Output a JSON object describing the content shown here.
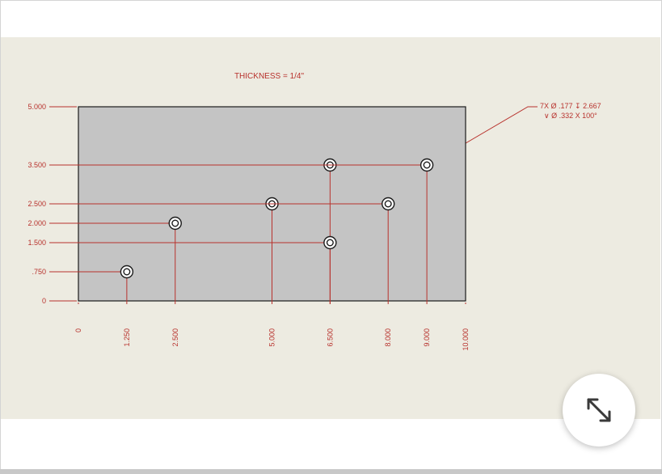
{
  "drawing": {
    "thickness_note": "THICKNESS = 1/4\"",
    "callout_line1": "7X Ø .177 ↧ 2.667",
    "callout_line2": "∨ Ø .332 X 100°",
    "plate": {
      "width": 10.0,
      "height": 5.0
    },
    "y_labels": [
      {
        "value": 5.0,
        "label": "5.000"
      },
      {
        "value": 3.5,
        "label": "3.500"
      },
      {
        "value": 2.5,
        "label": "2.500"
      },
      {
        "value": 2.0,
        "label": "2.000"
      },
      {
        "value": 1.5,
        "label": "1.500"
      },
      {
        "value": 0.75,
        "label": ".750"
      },
      {
        "value": 0,
        "label": "0"
      }
    ],
    "x_labels": [
      {
        "value": 0,
        "label": "0"
      },
      {
        "value": 1.25,
        "label": "1.250"
      },
      {
        "value": 2.5,
        "label": "2.500"
      },
      {
        "value": 5.0,
        "label": "5.000"
      },
      {
        "value": 6.5,
        "label": "6.500"
      },
      {
        "value": 8.0,
        "label": "8.000"
      },
      {
        "value": 9.0,
        "label": "9.000"
      },
      {
        "value": 10.0,
        "label": "10.000"
      }
    ],
    "holes": [
      {
        "x": 1.25,
        "y": 0.75
      },
      {
        "x": 2.5,
        "y": 2.0
      },
      {
        "x": 5.0,
        "y": 2.5
      },
      {
        "x": 6.5,
        "y": 3.5
      },
      {
        "x": 6.5,
        "y": 1.5
      },
      {
        "x": 8.0,
        "y": 2.5
      },
      {
        "x": 9.0,
        "y": 3.5
      }
    ],
    "colors": {
      "dimension": "#b8322d",
      "plate_fill": "#c4c4c4",
      "plate_edge": "#1a1a1a",
      "background": "#edebe1"
    }
  },
  "expand_button": {
    "icon": "expand-arrows-icon"
  }
}
